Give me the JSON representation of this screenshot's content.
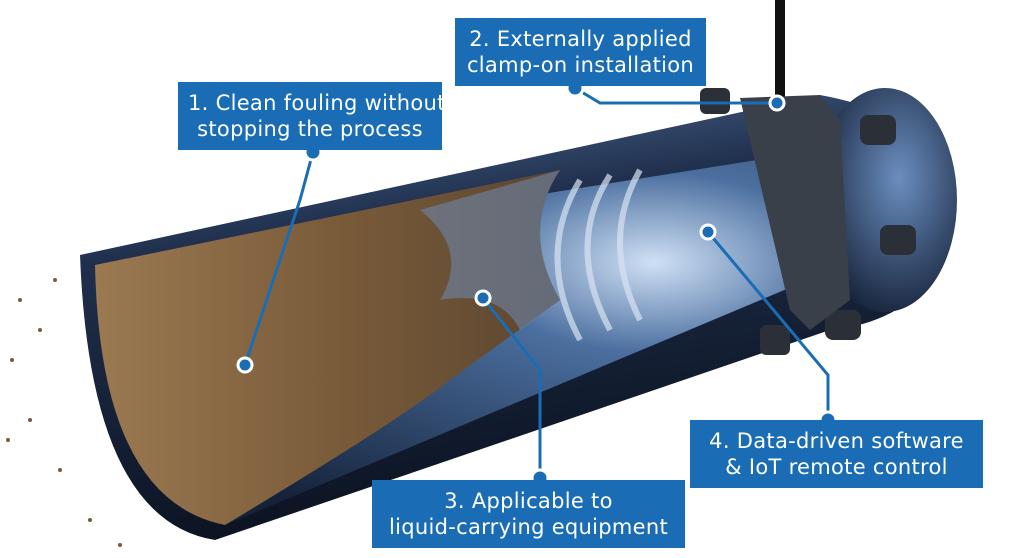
{
  "colors": {
    "callout": "#1a6db5",
    "pipe": "#1b2a44",
    "fouling": "#8a6a45"
  },
  "callouts": [
    {
      "number": "1.",
      "line1": "1. Clean fouling without",
      "line2": "stopping the process"
    },
    {
      "number": "2.",
      "line1": "2. Externally applied",
      "line2": "clamp-on installation"
    },
    {
      "number": "3.",
      "line1": "3. Applicable to",
      "line2": "liquid-carrying equipment"
    },
    {
      "number": "4.",
      "line1": "4. Data-driven software",
      "line2": "& IoT remote control"
    }
  ]
}
